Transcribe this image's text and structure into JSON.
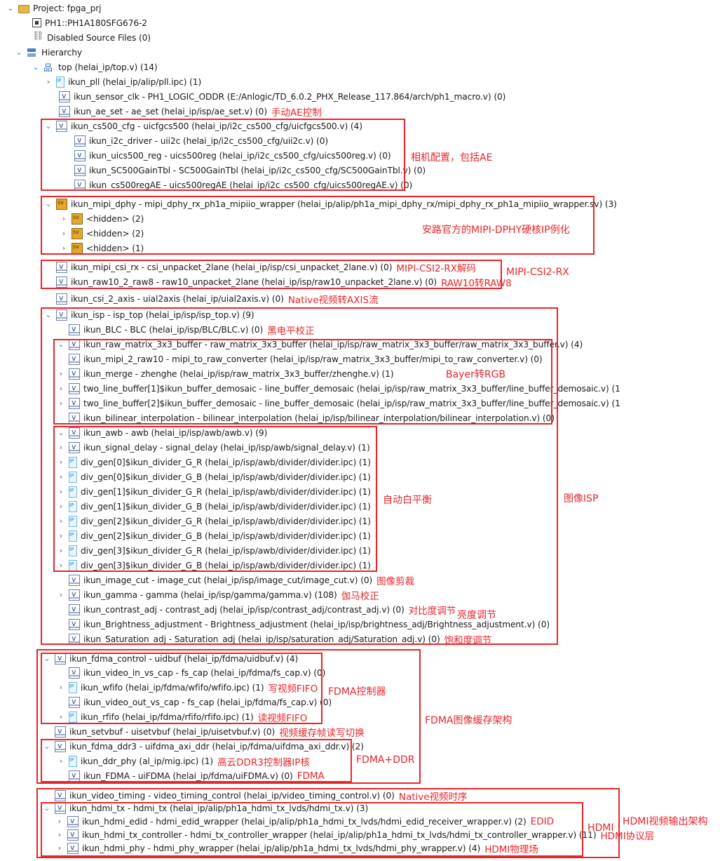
{
  "rows": [
    {
      "chev": "down",
      "icon": "folder",
      "label": "Project: fpga_prj",
      "note": ""
    },
    {
      "chev": "",
      "icon": "chip",
      "label": "PH1::PH1A180SFG676-2",
      "note": ""
    },
    {
      "chev": "",
      "icon": "disabled",
      "label": "Disabled Source Files (0)",
      "note": ""
    },
    {
      "chev": "down",
      "icon": "hier",
      "label": "Hierarchy",
      "note": ""
    },
    {
      "chev": "down",
      "icon": "top",
      "label": "top (helai_ip/top.v) (14)",
      "note": ""
    },
    {
      "chev": "right",
      "icon": "ipc",
      "label": "ikun_pll (helai_ip/alip/pll.ipc) (1)",
      "note": ""
    },
    {
      "chev": "",
      "icon": "v",
      "label": "ikun_sensor_clk - PH1_LOGIC_ODDR (E:/Anlogic/TD_6.0.2_PHX_Release_117.864/arch/ph1_macro.v) (0)",
      "note": ""
    },
    {
      "chev": "",
      "icon": "v",
      "label": "ikun_ae_set - ae_set (helai_ip/isp/ae_set.v) (0)",
      "note": "手动AE控制"
    },
    {
      "chev": "down",
      "icon": "v",
      "label": "ikun_cs500_cfg - uicfgcs500 (helai_ip/i2c_cs500_cfg/uicfgcs500.v) (4)",
      "note": ""
    },
    {
      "chev": "",
      "icon": "v",
      "label": "ikun_i2c_driver - uii2c (helai_ip/i2c_cs500_cfg/uii2c.v) (0)",
      "note": ""
    },
    {
      "chev": "",
      "icon": "v",
      "label": "ikun_uics500_reg - uics500reg (helai_ip/i2c_cs500_cfg/uics500reg.v) (0)",
      "note": ""
    },
    {
      "chev": "",
      "icon": "v",
      "label": "ikun_SC500GainTbl - SC500GainTbl (helai_ip/i2c_cs500_cfg/SC500GainTbl.v) (0)",
      "note": ""
    },
    {
      "chev": "",
      "icon": "v",
      "label": "ikun_cs500regAE - uics500regAE (helai_ip/i2c_cs500_cfg/uics500regAE.v) (0)",
      "note": ""
    },
    {
      "chev": "down",
      "icon": "sv",
      "label": "ikun_mipi_dphy - mipi_dphy_rx_ph1a_mipiio_wrapper (helai_ip/alip/ph1a_mipi_dphy_rx/mipi_dphy_rx_ph1a_mipiio_wrapper.sv) (3)",
      "note": ""
    },
    {
      "chev": "right",
      "icon": "sv",
      "label": "<hidden> (2)",
      "note": ""
    },
    {
      "chev": "right",
      "icon": "sv",
      "label": "<hidden> (2)",
      "note": ""
    },
    {
      "chev": "right",
      "icon": "sv",
      "label": "<hidden> (1)",
      "note": ""
    },
    {
      "chev": "",
      "icon": "v",
      "label": "ikun_mipi_csi_rx - csi_unpacket_2lane (helai_ip/isp/csi_unpacket_2lane.v) (0)",
      "note": "MIPI-CSI2-RX解码"
    },
    {
      "chev": "",
      "icon": "v",
      "label": "ikun_raw10_2_raw8 - raw10_unpacket_2lane (helai_ip/isp/raw10_unpacket_2lane.v) (0)",
      "note": "RAW10转RAW8"
    },
    {
      "chev": "",
      "icon": "v",
      "label": "ikun_csi_2_axis - uial2axis (helai_ip/uial2axis.v) (0)",
      "note": "Native视频转AXIS流"
    },
    {
      "chev": "down",
      "icon": "v",
      "label": "ikun_isp - isp_top (helai_ip/isp/isp_top.v) (9)",
      "note": ""
    },
    {
      "chev": "",
      "icon": "v",
      "label": "ikun_BLC - BLC (helai_ip/isp/BLC/BLC.v) (0)",
      "note": "黑电平校正"
    },
    {
      "chev": "down",
      "icon": "v",
      "label": "ikun_raw_matrix_3x3_buffer - raw_matrix_3x3_buffer (helai_ip/isp/raw_matrix_3x3_buffer/raw_matrix_3x3_buffer.v) (4)",
      "note": ""
    },
    {
      "chev": "",
      "icon": "v",
      "label": "ikun_mipi_2_raw10 - mipi_to_raw_converter (helai_ip/isp/raw_matrix_3x3_buffer/mipi_to_raw_converter.v) (0)",
      "note": ""
    },
    {
      "chev": "right",
      "icon": "v",
      "label": "ikun_merge - zhenghe (helai_ip/isp/raw_matrix_3x3_buffer/zhenghe.v) (1)",
      "note": ""
    },
    {
      "chev": "right",
      "icon": "v",
      "label": "two_line_buffer[1]$ikun_buffer_demosaic - line_buffer_demosaic (helai_ip/isp/raw_matrix_3x3_buffer/line_buffer_demosaic.v) (1",
      "note": ""
    },
    {
      "chev": "right",
      "icon": "v",
      "label": "two_line_buffer[2]$ikun_buffer_demosaic - line_buffer_demosaic (helai_ip/isp/raw_matrix_3x3_buffer/line_buffer_demosaic.v) (1",
      "note": ""
    },
    {
      "chev": "",
      "icon": "v",
      "label": "ikun_bilinear_interpolation - bilinear_interpolation (helai_ip/isp/bilinear_interpolation/bilinear_interpolation.v) (0)",
      "note": ""
    },
    {
      "chev": "down",
      "icon": "v",
      "label": "ikun_awb - awb (helai_ip/isp/awb/awb.v) (9)",
      "note": ""
    },
    {
      "chev": "right",
      "icon": "v",
      "label": "ikun_signal_delay - signal_delay (helai_ip/isp/awb/signal_delay.v) (1)",
      "note": ""
    },
    {
      "chev": "right",
      "icon": "ipc",
      "label": "div_gen[0]$ikun_divider_G_R (helai_ip/isp/awb/divider/divider.ipc) (1)",
      "note": ""
    },
    {
      "chev": "right",
      "icon": "ipc",
      "label": "div_gen[0]$ikun_divider_G_B (helai_ip/isp/awb/divider/divider.ipc) (1)",
      "note": ""
    },
    {
      "chev": "right",
      "icon": "ipc",
      "label": "div_gen[1]$ikun_divider_G_R (helai_ip/isp/awb/divider/divider.ipc) (1)",
      "note": ""
    },
    {
      "chev": "right",
      "icon": "ipc",
      "label": "div_gen[1]$ikun_divider_G_B (helai_ip/isp/awb/divider/divider.ipc) (1)",
      "note": ""
    },
    {
      "chev": "right",
      "icon": "ipc",
      "label": "div_gen[2]$ikun_divider_G_R (helai_ip/isp/awb/divider/divider.ipc) (1)",
      "note": ""
    },
    {
      "chev": "right",
      "icon": "ipc",
      "label": "div_gen[2]$ikun_divider_G_B (helai_ip/isp/awb/divider/divider.ipc) (1)",
      "note": ""
    },
    {
      "chev": "right",
      "icon": "ipc",
      "label": "div_gen[3]$ikun_divider_G_R (helai_ip/isp/awb/divider/divider.ipc) (1)",
      "note": ""
    },
    {
      "chev": "right",
      "icon": "ipc",
      "label": "div_gen[3]$ikun_divider_G_B (helai_ip/isp/awb/divider/divider.ipc) (1)",
      "note": ""
    },
    {
      "chev": "",
      "icon": "v",
      "label": "ikun_image_cut - image_cut (helai_ip/isp/image_cut/image_cut.v) (0)",
      "note": "图像剪裁"
    },
    {
      "chev": "right",
      "icon": "v",
      "label": "ikun_gamma - gamma (helai_ip/isp/gamma/gamma.v) (108)",
      "note": "伽马校正"
    },
    {
      "chev": "",
      "icon": "v",
      "label": "ikun_contrast_adj - contrast_adj (helai_ip/isp/contrast_adj/contrast_adj.v) (0)",
      "note": "对比度调节"
    },
    {
      "chev": "",
      "icon": "v",
      "label": "ikun_Brightness_adjustment - Brightness_adjustment (helai_ip/isp/brightness_adj/Brightness_adjustment.v) (0)",
      "note": ""
    },
    {
      "chev": "",
      "icon": "v",
      "label": "ikun_Saturation_adj - Saturation_adj (helai_ip/isp/saturation_adj/Saturation_adj.v) (0)",
      "note": "饱和度调节"
    },
    {
      "chev": "down",
      "icon": "v",
      "label": "ikun_fdma_control - uidbuf (helai_ip/fdma/uidbuf.v) (4)",
      "note": ""
    },
    {
      "chev": "",
      "icon": "v",
      "label": "ikun_video_in_vs_cap - fs_cap (helai_ip/fdma/fs_cap.v) (0)",
      "note": ""
    },
    {
      "chev": "right",
      "icon": "ipc",
      "label": "ikun_wfifo (helai_ip/fdma/wfifo/wfifo.ipc) (1)",
      "note": "写视频FIFO"
    },
    {
      "chev": "",
      "icon": "v",
      "label": "ikun_video_out_vs_cap - fs_cap (helai_ip/fdma/fs_cap.v) (0)",
      "note": ""
    },
    {
      "chev": "right",
      "icon": "ipc",
      "label": "ikun_rfifo (helai_ip/fdma/rfifo/rfifo.ipc) (1)",
      "note": "读视频FIFO"
    },
    {
      "chev": "",
      "icon": "v",
      "label": "ikun_setvbuf - uisetvbuf (helai_ip/uisetvbuf.v) (0)",
      "note": "视频缓存帧读写切换"
    },
    {
      "chev": "down",
      "icon": "v",
      "label": "ikun_fdma_ddr3 - uifdma_axi_ddr (helai_ip/fdma/uifdma_axi_ddr.v) (2)",
      "note": ""
    },
    {
      "chev": "right",
      "icon": "ipc",
      "label": "ikun_ddr_phy (al_ip/mig.ipc) (1)",
      "note": "高云DDR3控制器IP核"
    },
    {
      "chev": "",
      "icon": "v",
      "label": "ikun_FDMA - uiFDMA (helai_ip/fdma/uiFDMA.v) (0)",
      "note": "FDMA"
    },
    {
      "chev": "",
      "icon": "v",
      "label": "ikun_video_timing - video_timing_control (helai_ip/video_timing_control.v) (0)",
      "note": "Native视频时序"
    },
    {
      "chev": "down",
      "icon": "v",
      "label": "ikun_hdmi_tx - hdmi_tx (helai_ip/alip/ph1a_hdmi_tx_lvds/hdmi_tx.v) (3)",
      "note": ""
    },
    {
      "chev": "right",
      "icon": "v",
      "label": "ikun_hdmi_edid - hdmi_edid_wrapper (helai_ip/alip/ph1a_hdmi_tx_lvds/hdmi_edid_receiver_wrapper.v) (2)",
      "note": "EDID"
    },
    {
      "chev": "right",
      "icon": "v",
      "label": "ikun_hdmi_tx_controller - hdmi_tx_controller_wrapper (helai_ip/alip/ph1a_hdmi_tx_lvds/hdmi_tx_controller_wrapper.v) (11)",
      "note": "HDMI协议层"
    },
    {
      "chev": "right",
      "icon": "v",
      "label": "ikun_hdmi_phy - hdmi_phy_wrapper (helai_ip/alip/ph1a_hdmi_tx_lvds/hdmi_phy_wrapper.v) (4)",
      "note": "HDMI物理场"
    }
  ],
  "annotations": {
    "camera_cfg": "相机配置，包括AE",
    "mipi_dphy": "安路官方的MIPI-DPHY硬核IP例化",
    "mipi_csi2_rx": "MIPI-CSI2-RX",
    "bayer_rgb": "Bayer转RGB",
    "awb": "自动白平衡",
    "isp": "图像ISP",
    "brightness": "亮度调节",
    "fdma_ctrl": "FDMA控制器",
    "fdma_arch": "FDMA图像缓存架构",
    "fdma_ddr": "FDMA+DDR",
    "hdmi": "HDMI",
    "hdmi_arch": "HDMI视频输出架构"
  }
}
